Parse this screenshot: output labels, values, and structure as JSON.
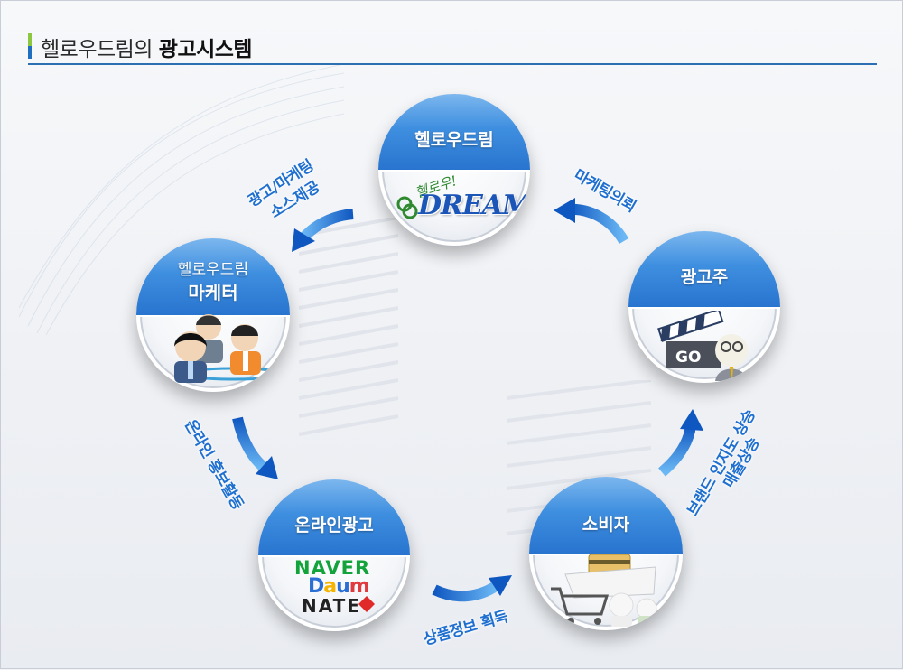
{
  "header": {
    "title_prefix": "헬로우드림의 ",
    "title_bold": "광고시스템"
  },
  "nodes": {
    "hellodream": {
      "title": "헬로우드림",
      "logo_script": "헬로우!",
      "logo_text": "DREAM"
    },
    "marketer": {
      "subtitle": "헬로우드림",
      "title": "마케터"
    },
    "advertiser": {
      "title": "광고주",
      "sign_text": "GO"
    },
    "online_ad": {
      "title": "온라인광고",
      "logos": [
        "NAVER",
        "Daum",
        "NATE"
      ]
    },
    "consumer": {
      "title": "소비자"
    }
  },
  "edges": {
    "marketing_request": "마케팅의뢰",
    "ad_provide_line1": "광고/마케팅",
    "ad_provide_line2": "소스제공",
    "online_promo": "온라인 홍보활동",
    "product_info": "상품정보 획득",
    "brand_line1": "브랜드 인지도 상승",
    "brand_line2": "매출상승"
  },
  "colors": {
    "accent_blue": "#2874cf",
    "label_blue": "#1e6fd0",
    "title_line": "#2d6fb3",
    "title_green": "#8dc63f"
  }
}
